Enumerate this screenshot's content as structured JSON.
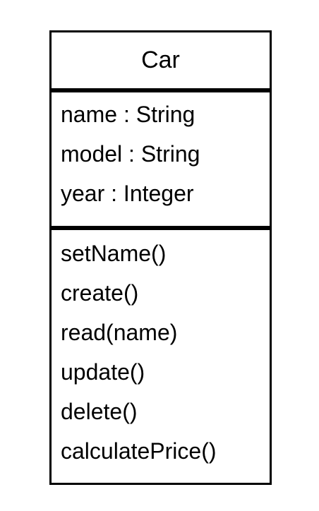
{
  "class": {
    "name": "Car",
    "attributes": [
      "name : String",
      "model : String",
      "year : Integer"
    ],
    "operations": [
      "setName()",
      "create()",
      "read(name)",
      "update()",
      "delete()",
      "calculatePrice()"
    ]
  }
}
